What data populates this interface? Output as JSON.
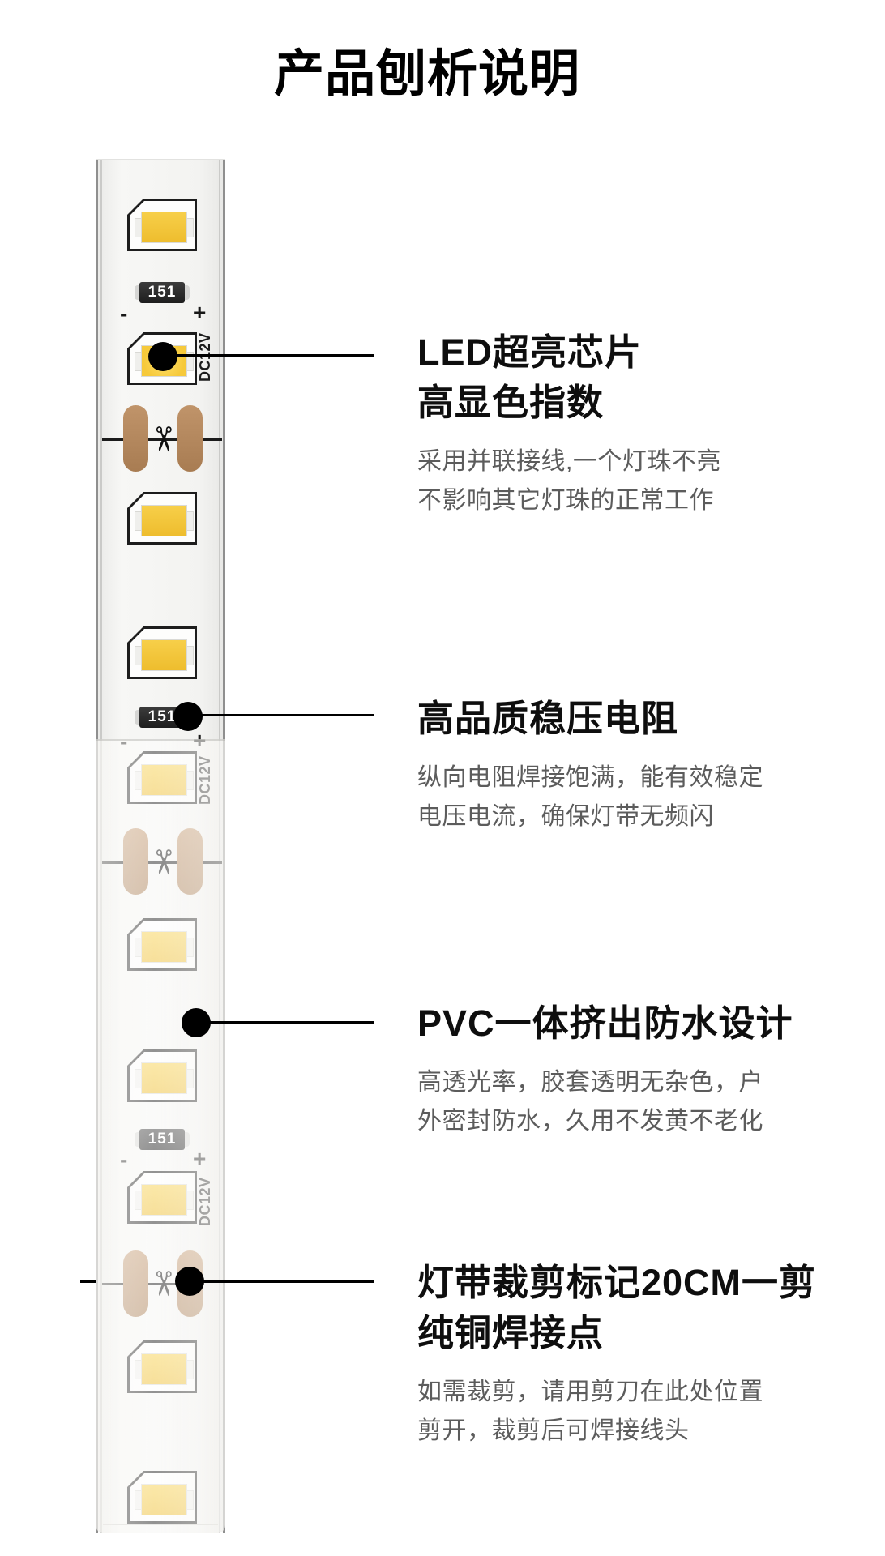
{
  "title": "产品刨析说明",
  "strip": {
    "resistor_label": "151",
    "voltage_label": "DC12V",
    "polarity_minus": "-",
    "polarity_plus": "+",
    "scissors_icon": "✂",
    "colors": {
      "led_yellow": "#f2c43c",
      "led_lit_yellow": "#ffd84a",
      "copper_pad": "#b98c60",
      "resistor_body": "#262626",
      "strip_background": "#f3f3f1",
      "sleeve_fade": "rgba(252,251,248,0.62)",
      "callout_black": "#000000"
    }
  },
  "callouts": [
    {
      "heading_lines": [
        "LED超亮芯片",
        "高显色指数"
      ],
      "desc_lines": [
        "采用并联接线,一个灯珠不亮",
        "不影响其它灯珠的正常工作"
      ]
    },
    {
      "heading_lines": [
        "高品质稳压电阻"
      ],
      "desc_lines": [
        "纵向电阻焊接饱满，能有效稳定",
        "电压电流，确保灯带无频闪"
      ]
    },
    {
      "heading_lines": [
        "PVC一体挤出防水设计"
      ],
      "desc_lines": [
        "高透光率，胶套透明无杂色，户",
        "外密封防水，久用不发黄不老化"
      ]
    },
    {
      "heading_lines": [
        "灯带裁剪标记20CM一剪",
        "纯铜焊接点"
      ],
      "desc_lines": [
        "如需裁剪，请用剪刀在此处位置",
        "剪开，裁剪后可焊接线头"
      ]
    }
  ]
}
